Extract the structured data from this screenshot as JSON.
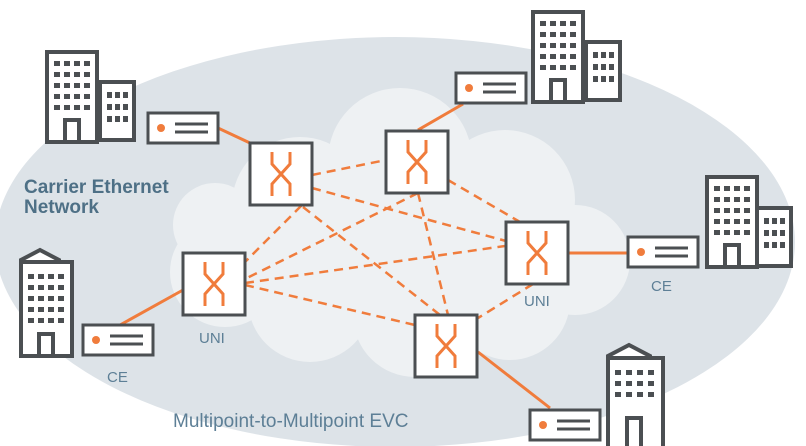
{
  "diagram": {
    "network_label_line1": "Carrier Ethernet",
    "network_label_line2": "Network",
    "evc_label": "Multipoint-to-Multipoint EVC",
    "uni_label_left": "UNI",
    "uni_label_right": "UNI",
    "ce_label_left": "CE",
    "ce_label_right": "CE"
  },
  "colors": {
    "network_fill": "#dde3e8",
    "cloud_fill": "#eef1f3",
    "accent": "#f07c3c",
    "outline": "#4b4f52",
    "label": "#4e7086"
  }
}
